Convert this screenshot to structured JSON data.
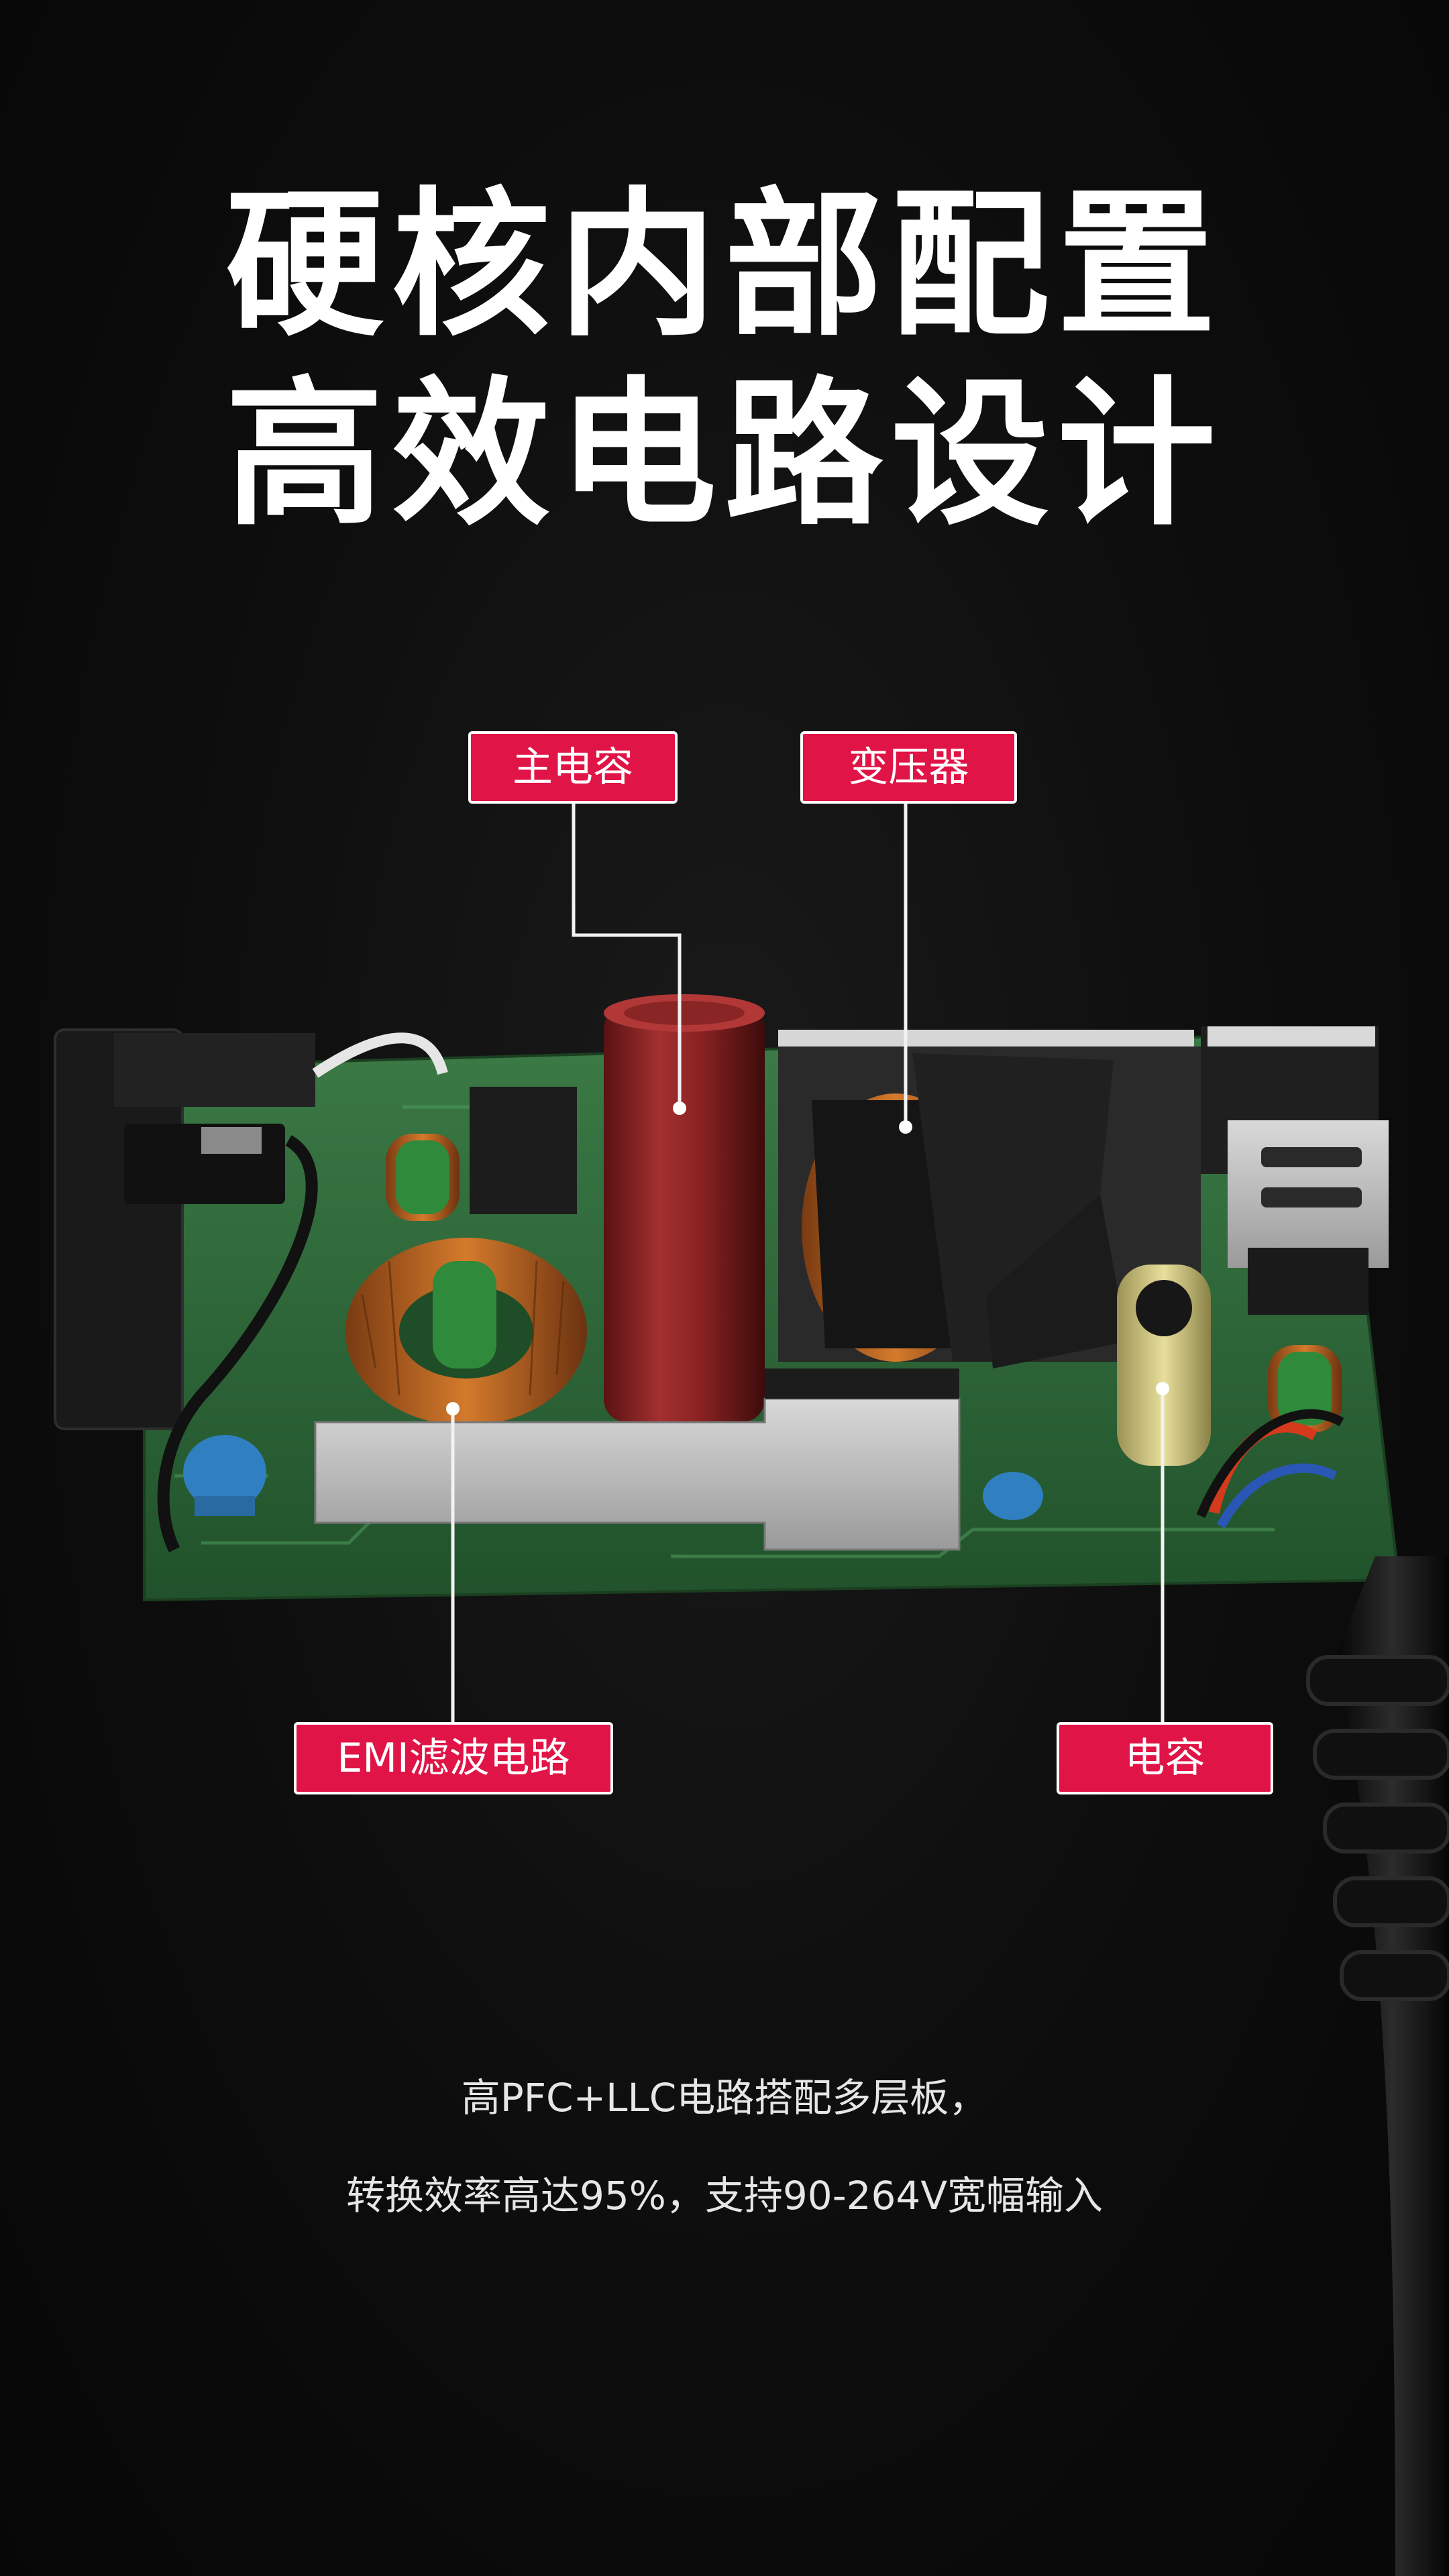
{
  "headline": {
    "line1": "硬核内部配置",
    "line2": "高效电路设计"
  },
  "callouts": {
    "main_capacitor": "主电容",
    "transformer": "变压器",
    "emi_filter": "EMI滤波电路",
    "capacitor": "电容"
  },
  "description": {
    "line1": "高PFC+LLC电路搭配多层板，",
    "line2": "转换效率高达95%，支持90-264V宽幅输入"
  },
  "colors": {
    "background": "#0b0b0b",
    "label_fill": "#e01446",
    "label_border": "#ffffff",
    "pcb_green": "#2f6b3c"
  }
}
